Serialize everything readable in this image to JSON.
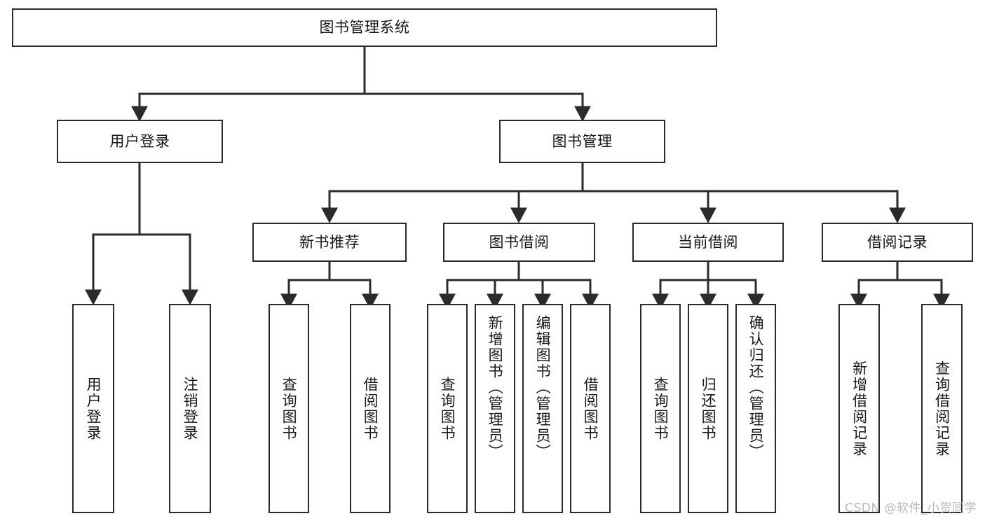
{
  "diagram": {
    "title": "图书管理系统",
    "type": "功能结构图",
    "colors": {
      "stroke": "#2b2b2b",
      "fill": "#ffffff",
      "text": "#1a1a1a",
      "watermark": "#b9b9b9"
    },
    "watermark": "CSDN @软件_小贺同学",
    "levels": {
      "root": {
        "label": "图书管理系统"
      },
      "level2": [
        {
          "id": "user-login",
          "label": "用户登录"
        },
        {
          "id": "book-management",
          "label": "图书管理"
        }
      ],
      "level3": [
        {
          "id": "new-book-recommend",
          "label": "新书推荐",
          "parent": "book-management"
        },
        {
          "id": "book-borrow",
          "label": "图书借阅",
          "parent": "book-management"
        },
        {
          "id": "current-borrow",
          "label": "当前借阅",
          "parent": "book-management"
        },
        {
          "id": "borrow-record",
          "label": "借阅记录",
          "parent": "book-management"
        }
      ],
      "leaves": [
        {
          "id": "leaf-user-login",
          "label": "用户登录",
          "parent": "user-login"
        },
        {
          "id": "leaf-user-logout",
          "label": "注销登录",
          "parent": "user-login"
        },
        {
          "id": "leaf-query-book-1",
          "label": "查询图书",
          "parent": "new-book-recommend"
        },
        {
          "id": "leaf-borrow-book-1",
          "label": "借阅图书",
          "parent": "new-book-recommend"
        },
        {
          "id": "leaf-query-book-2",
          "label": "查询图书",
          "parent": "book-borrow"
        },
        {
          "id": "leaf-add-book",
          "label": "新增图书（管理员）",
          "parent": "book-borrow"
        },
        {
          "id": "leaf-edit-book",
          "label": "编辑图书（管理员）",
          "parent": "book-borrow"
        },
        {
          "id": "leaf-borrow-book-2",
          "label": "借阅图书",
          "parent": "book-borrow"
        },
        {
          "id": "leaf-query-book-3",
          "label": "查询图书",
          "parent": "current-borrow"
        },
        {
          "id": "leaf-return-book",
          "label": "归还图书",
          "parent": "current-borrow"
        },
        {
          "id": "leaf-confirm-return",
          "label": "确认归还（管理员）",
          "parent": "current-borrow"
        },
        {
          "id": "leaf-add-record",
          "label": "新增借阅记录",
          "parent": "borrow-record"
        },
        {
          "id": "leaf-query-record",
          "label": "查询借阅记录",
          "parent": "borrow-record"
        }
      ]
    }
  }
}
